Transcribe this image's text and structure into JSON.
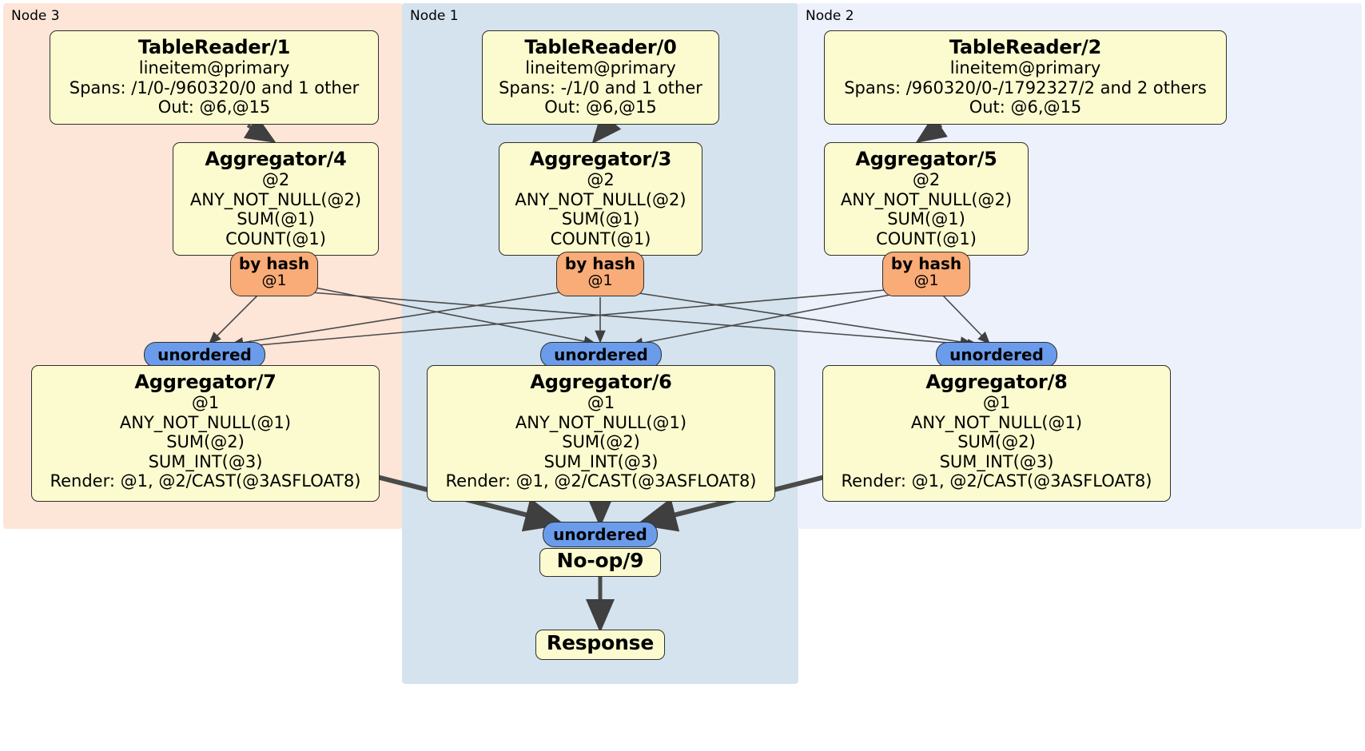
{
  "diagram": {
    "title": "Distributed SQL query execution plan",
    "colors": {
      "node3_panel": "#fde5d8",
      "node1_panel": "#d4e3ed",
      "node2_panel": "#ecf1fb",
      "processor_box": "#fbfbcf",
      "hash_badge": "#f9ac77",
      "unordered_badge": "#6a9ceb",
      "edge": "#3f3f3f"
    }
  },
  "panels": [
    {
      "id": "node3",
      "label": "Node 3"
    },
    {
      "id": "node1",
      "label": "Node 1"
    },
    {
      "id": "node2",
      "label": "Node 2"
    }
  ],
  "processors": {
    "table_reader_1": {
      "title": "TableReader/1",
      "line1": "lineitem@primary",
      "line2": "Spans: /1/0-/960320/0 and 1 other",
      "line3": "Out: @6,@15"
    },
    "table_reader_0": {
      "title": "TableReader/0",
      "line1": "lineitem@primary",
      "line2": "Spans: -/1/0 and 1 other",
      "line3": "Out: @6,@15"
    },
    "table_reader_2": {
      "title": "TableReader/2",
      "line1": "lineitem@primary",
      "line2": "Spans: /960320/0-/1792327/2 and 2 others",
      "line3": "Out: @6,@15"
    },
    "aggregator_4": {
      "title": "Aggregator/4",
      "line1": "@2",
      "line2": "ANY_NOT_NULL(@2)",
      "line3": "SUM(@1)",
      "line4": "COUNT(@1)"
    },
    "aggregator_3": {
      "title": "Aggregator/3",
      "line1": "@2",
      "line2": "ANY_NOT_NULL(@2)",
      "line3": "SUM(@1)",
      "line4": "COUNT(@1)"
    },
    "aggregator_5": {
      "title": "Aggregator/5",
      "line1": "@2",
      "line2": "ANY_NOT_NULL(@2)",
      "line3": "SUM(@1)",
      "line4": "COUNT(@1)"
    },
    "aggregator_7": {
      "title": "Aggregator/7",
      "line1": "@1",
      "line2": "ANY_NOT_NULL(@1)",
      "line3": "SUM(@2)",
      "line4": "SUM_INT(@3)",
      "line5": "Render: @1, @2/CAST(@3ASFLOAT8)"
    },
    "aggregator_6": {
      "title": "Aggregator/6",
      "line1": "@1",
      "line2": "ANY_NOT_NULL(@1)",
      "line3": "SUM(@2)",
      "line4": "SUM_INT(@3)",
      "line5": "Render: @1, @2/CAST(@3ASFLOAT8)"
    },
    "aggregator_8": {
      "title": "Aggregator/8",
      "line1": "@1",
      "line2": "ANY_NOT_NULL(@1)",
      "line3": "SUM(@2)",
      "line4": "SUM_INT(@3)",
      "line5": "Render: @1, @2/CAST(@3ASFLOAT8)"
    },
    "noop_9": {
      "title": "No-op/9"
    },
    "response": {
      "title": "Response"
    }
  },
  "badges": {
    "hash_left": {
      "title": "by hash",
      "sub": "@1"
    },
    "hash_center": {
      "title": "by hash",
      "sub": "@1"
    },
    "hash_right": {
      "title": "by hash",
      "sub": "@1"
    },
    "unordered_left": {
      "title": "unordered"
    },
    "unordered_center": {
      "title": "unordered"
    },
    "unordered_right": {
      "title": "unordered"
    },
    "unordered_final": {
      "title": "unordered"
    }
  }
}
